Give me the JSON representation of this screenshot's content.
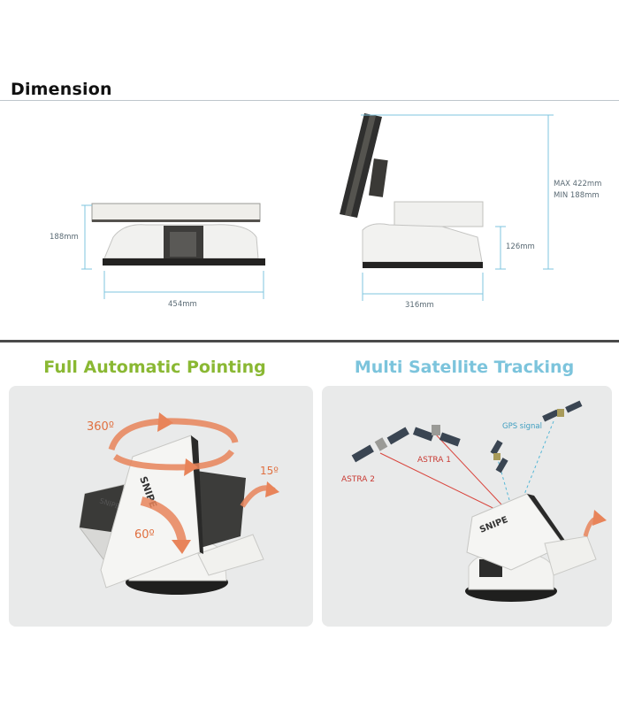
{
  "dimension": {
    "title": "Dimension",
    "labels": {
      "height_closed": "188mm",
      "width_front": "454mm",
      "depth_side": "316mm",
      "base_height": "126mm",
      "max_height": "MAX 422mm",
      "min_height": "MIN 188mm"
    }
  },
  "features": {
    "pointing": {
      "title": "Full Automatic Pointing",
      "rotation": "360º",
      "tilt": "60º",
      "skew": "15º",
      "brand": "SNIPE"
    },
    "tracking": {
      "title": "Multi Satellite Tracking",
      "sat1": "ASTRA 1",
      "sat2": "ASTRA 2",
      "gps": "GPS signal",
      "brand": "SNIPE"
    }
  },
  "colors": {
    "pointing_title": "#8ab833",
    "tracking_title": "#7cc4dc",
    "arrow": "#e8845a",
    "dim_line": "#7fc6df",
    "astra_line": "#d9453d",
    "gps_line": "#55b7d6"
  }
}
